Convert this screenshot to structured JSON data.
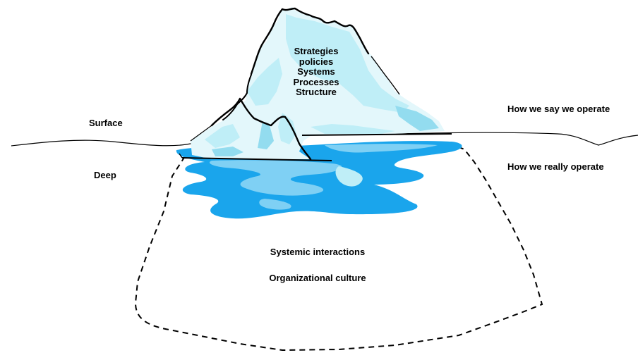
{
  "zones": {
    "surface_label": "Surface",
    "deep_label": "Deep"
  },
  "operation": {
    "above": "How we say we operate",
    "below": "How we really operate"
  },
  "visible_items": [
    "Strategies",
    "policies",
    "Systems",
    "Processes",
    "Structure"
  ],
  "hidden_items": {
    "first": "Systemic interactions",
    "second": "Organizational culture"
  },
  "colors": {
    "ice_light": "#e3f7fb",
    "ice_mid": "#bfeef7",
    "ice_shade": "#93dcef",
    "water": "#1aa5ec",
    "water_light": "#7fd0f4",
    "outline": "#000000"
  }
}
